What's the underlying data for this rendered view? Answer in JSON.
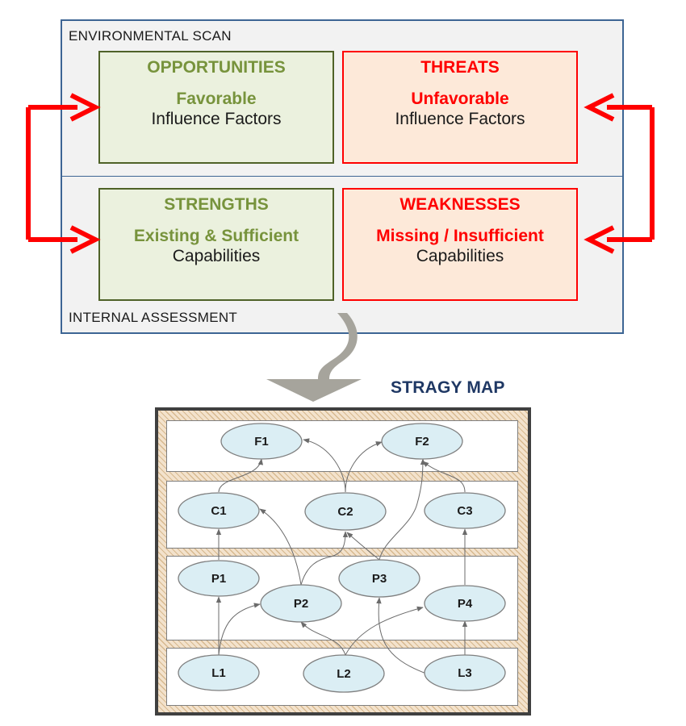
{
  "swot": {
    "environmental_label": "ENVIRONMENTAL SCAN",
    "internal_label": "INTERNAL ASSESSMENT",
    "opportunities": {
      "title": "OPPORTUNITIES",
      "line1": "Favorable",
      "line2": "Influence Factors"
    },
    "threats": {
      "title": "THREATS",
      "line1": "Unfavorable",
      "line2": "Influence Factors"
    },
    "strengths": {
      "title": "STRENGTHS",
      "line1": "Existing & Sufficient",
      "line2": "Capabilities"
    },
    "weaknesses": {
      "title": "WEAKNESSES",
      "line1": "Missing / Insufficient",
      "line2": "Capabilities"
    }
  },
  "colors": {
    "green_text": "#77933c",
    "red_text": "#ff0000",
    "arrow_red": "#ff0000",
    "title_navy": "#1f3864",
    "gray_arrow": "#a6a49c",
    "node_fill": "#dbeef4"
  },
  "map": {
    "title": "STRAGY MAP",
    "nodes": {
      "F1": "F1",
      "F2": "F2",
      "C1": "C1",
      "C2": "C2",
      "C3": "C3",
      "P1": "P1",
      "P2": "P2",
      "P3": "P3",
      "P4": "P4",
      "L1": "L1",
      "L2": "L2",
      "L3": "L3"
    },
    "edges": [
      [
        "L1",
        "P1"
      ],
      [
        "L1",
        "P2"
      ],
      [
        "L2",
        "P2"
      ],
      [
        "L2",
        "P4"
      ],
      [
        "L3",
        "P3"
      ],
      [
        "L3",
        "P4"
      ],
      [
        "P1",
        "C1"
      ],
      [
        "P2",
        "C1"
      ],
      [
        "P2",
        "C2"
      ],
      [
        "P3",
        "C2"
      ],
      [
        "P3",
        "F2"
      ],
      [
        "P4",
        "C3"
      ],
      [
        "C1",
        "F1"
      ],
      [
        "C2",
        "F1"
      ],
      [
        "C2",
        "F2"
      ],
      [
        "C3",
        "F2"
      ]
    ]
  }
}
